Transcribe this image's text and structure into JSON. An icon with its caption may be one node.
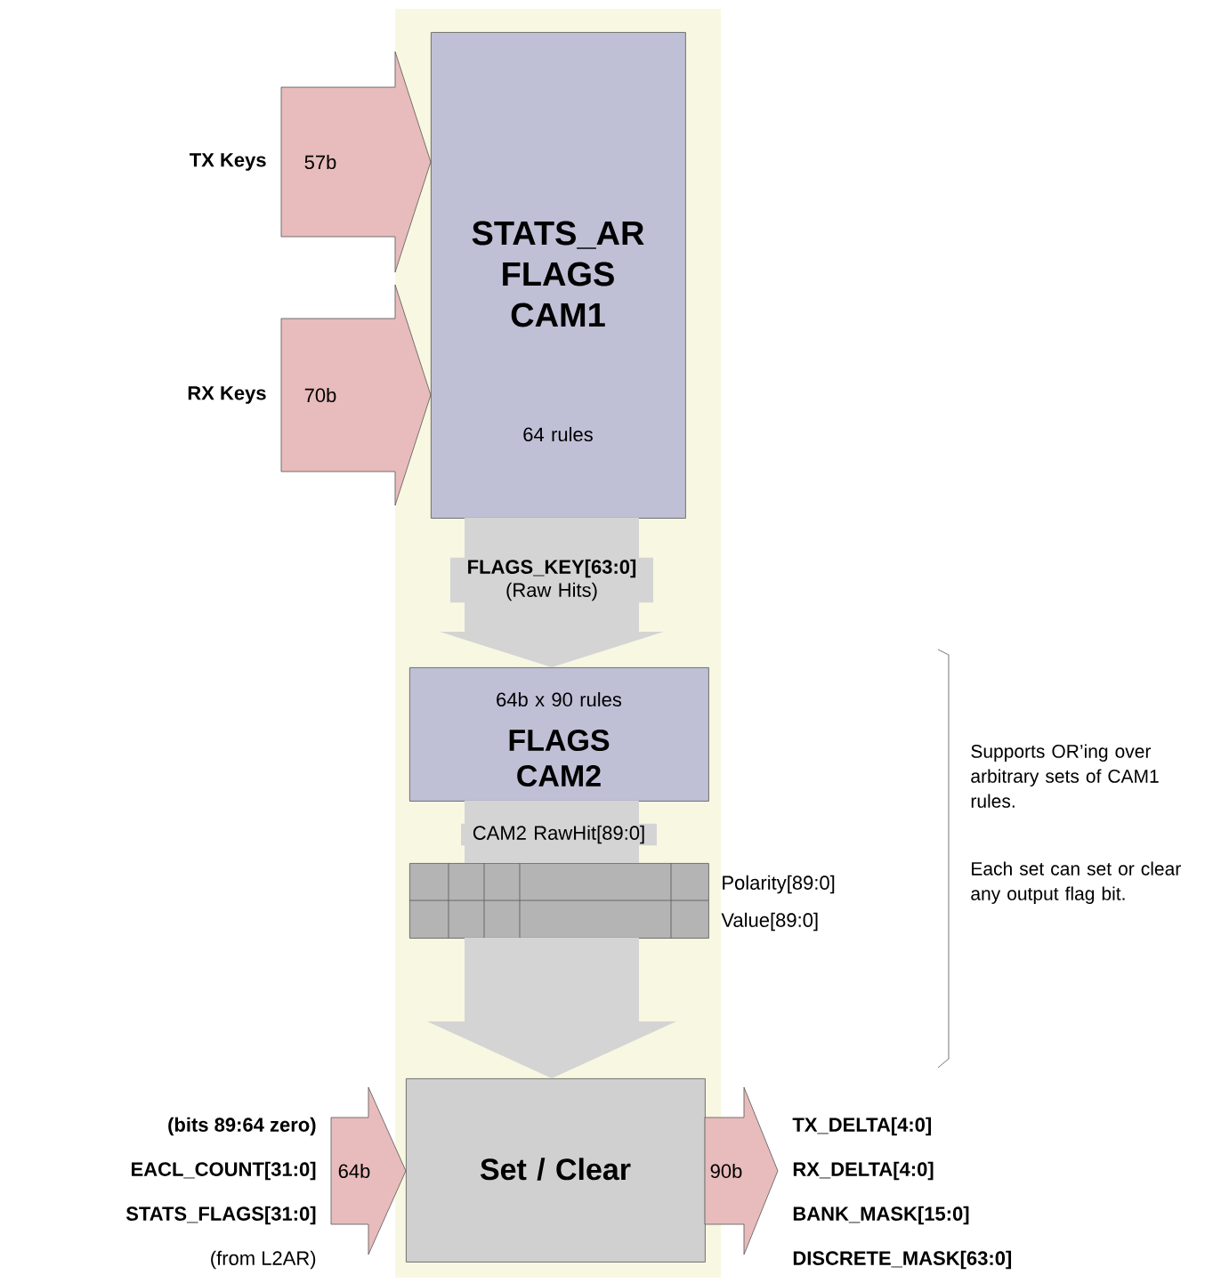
{
  "diagram": {
    "nodes": [
      {
        "text": [
          "TX Keys"
        ]
      },
      {
        "text": [
          "RX Keys"
        ]
      },
      {
        "text": [
          "STATS_AR FLAGS CAM1",
          "64 rules"
        ]
      },
      {
        "text": [
          "64b x 90 rules",
          "FLAGS CAM2"
        ]
      },
      {
        "text": [],
        "shape": "box",
        "beside": [
          "Polarity[89:0]",
          "Value[89:0]"
        ]
      },
      {
        "text": [
          "Set / Clear"
        ]
      },
      {
        "text": [
          "(bits 89:64 zero)",
          "EACL_COUNT[31:0]",
          "STATS_FLAGS[31:0]",
          "(from L2AR)"
        ]
      },
      {
        "text": [
          "TX_DELTA[4:0]",
          "RX_DELTA[4:0]",
          "BANK_MASK[15:0]",
          "DISCRETE_MASK[63:0]"
        ]
      }
    ],
    "edges": [
      {
        "from": 0,
        "to": 2,
        "arrow": "to",
        "label": "57b"
      },
      {
        "from": 1,
        "to": 2,
        "arrow": "to",
        "label": "70b"
      },
      {
        "from": 2,
        "to": 3,
        "arrow": "to",
        "label": "**FLAGS_KEY[63:0]** (Raw Hits)",
        "color": "#d4d4d4"
      },
      {
        "from": 3,
        "to": 4,
        "arrow": "none",
        "label": "CAM2 RawHit[89:0]",
        "color": "#d4d4d4"
      },
      {
        "from": 4,
        "to": 5,
        "arrow": "to",
        "color": "#d4d4d4"
      },
      {
        "from": 6,
        "to": 5,
        "arrow": "to",
        "label": "64b"
      },
      {
        "from": 5,
        "to": 7,
        "arrow": "to",
        "label": "90b"
      }
    ],
    "labels": [
      "Supports OR’ing over arbitrary sets of CAM1 rules.",
      "Each set can set or clear any output flag bit."
    ]
  }
}
